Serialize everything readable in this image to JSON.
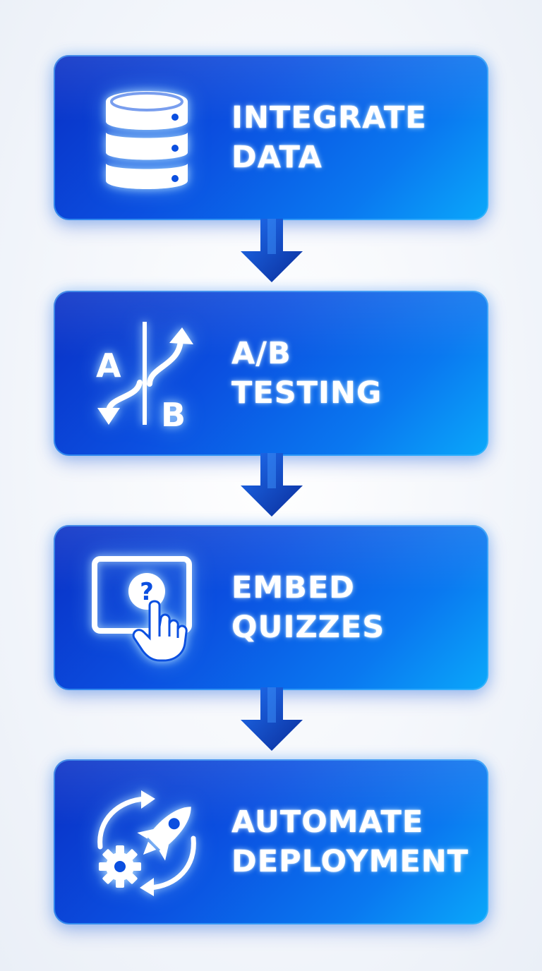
{
  "steps": [
    {
      "line1": "INTEGRATE",
      "line2": "DATA",
      "icon": "database-icon"
    },
    {
      "line1": "A/B",
      "line2": "TESTING",
      "icon": "ab-split-icon",
      "icon_text_a": "A",
      "icon_text_b": "B"
    },
    {
      "line1": "EMBED",
      "line2": "QUIZZES",
      "icon": "quiz-screen-tap-icon",
      "icon_text_q": "?"
    },
    {
      "line1": "AUTOMATE",
      "line2": "DEPLOYMENT",
      "icon": "rocket-gear-cycle-icon"
    }
  ],
  "colors": {
    "box_dark": "#0a2fc4",
    "box_mid": "#0b4fe0",
    "box_light": "#0aa8fa",
    "arrow_dark": "#0a2d9a",
    "arrow_light": "#1f6ef0",
    "text": "#ffffff",
    "background": "#f3f6fb"
  }
}
